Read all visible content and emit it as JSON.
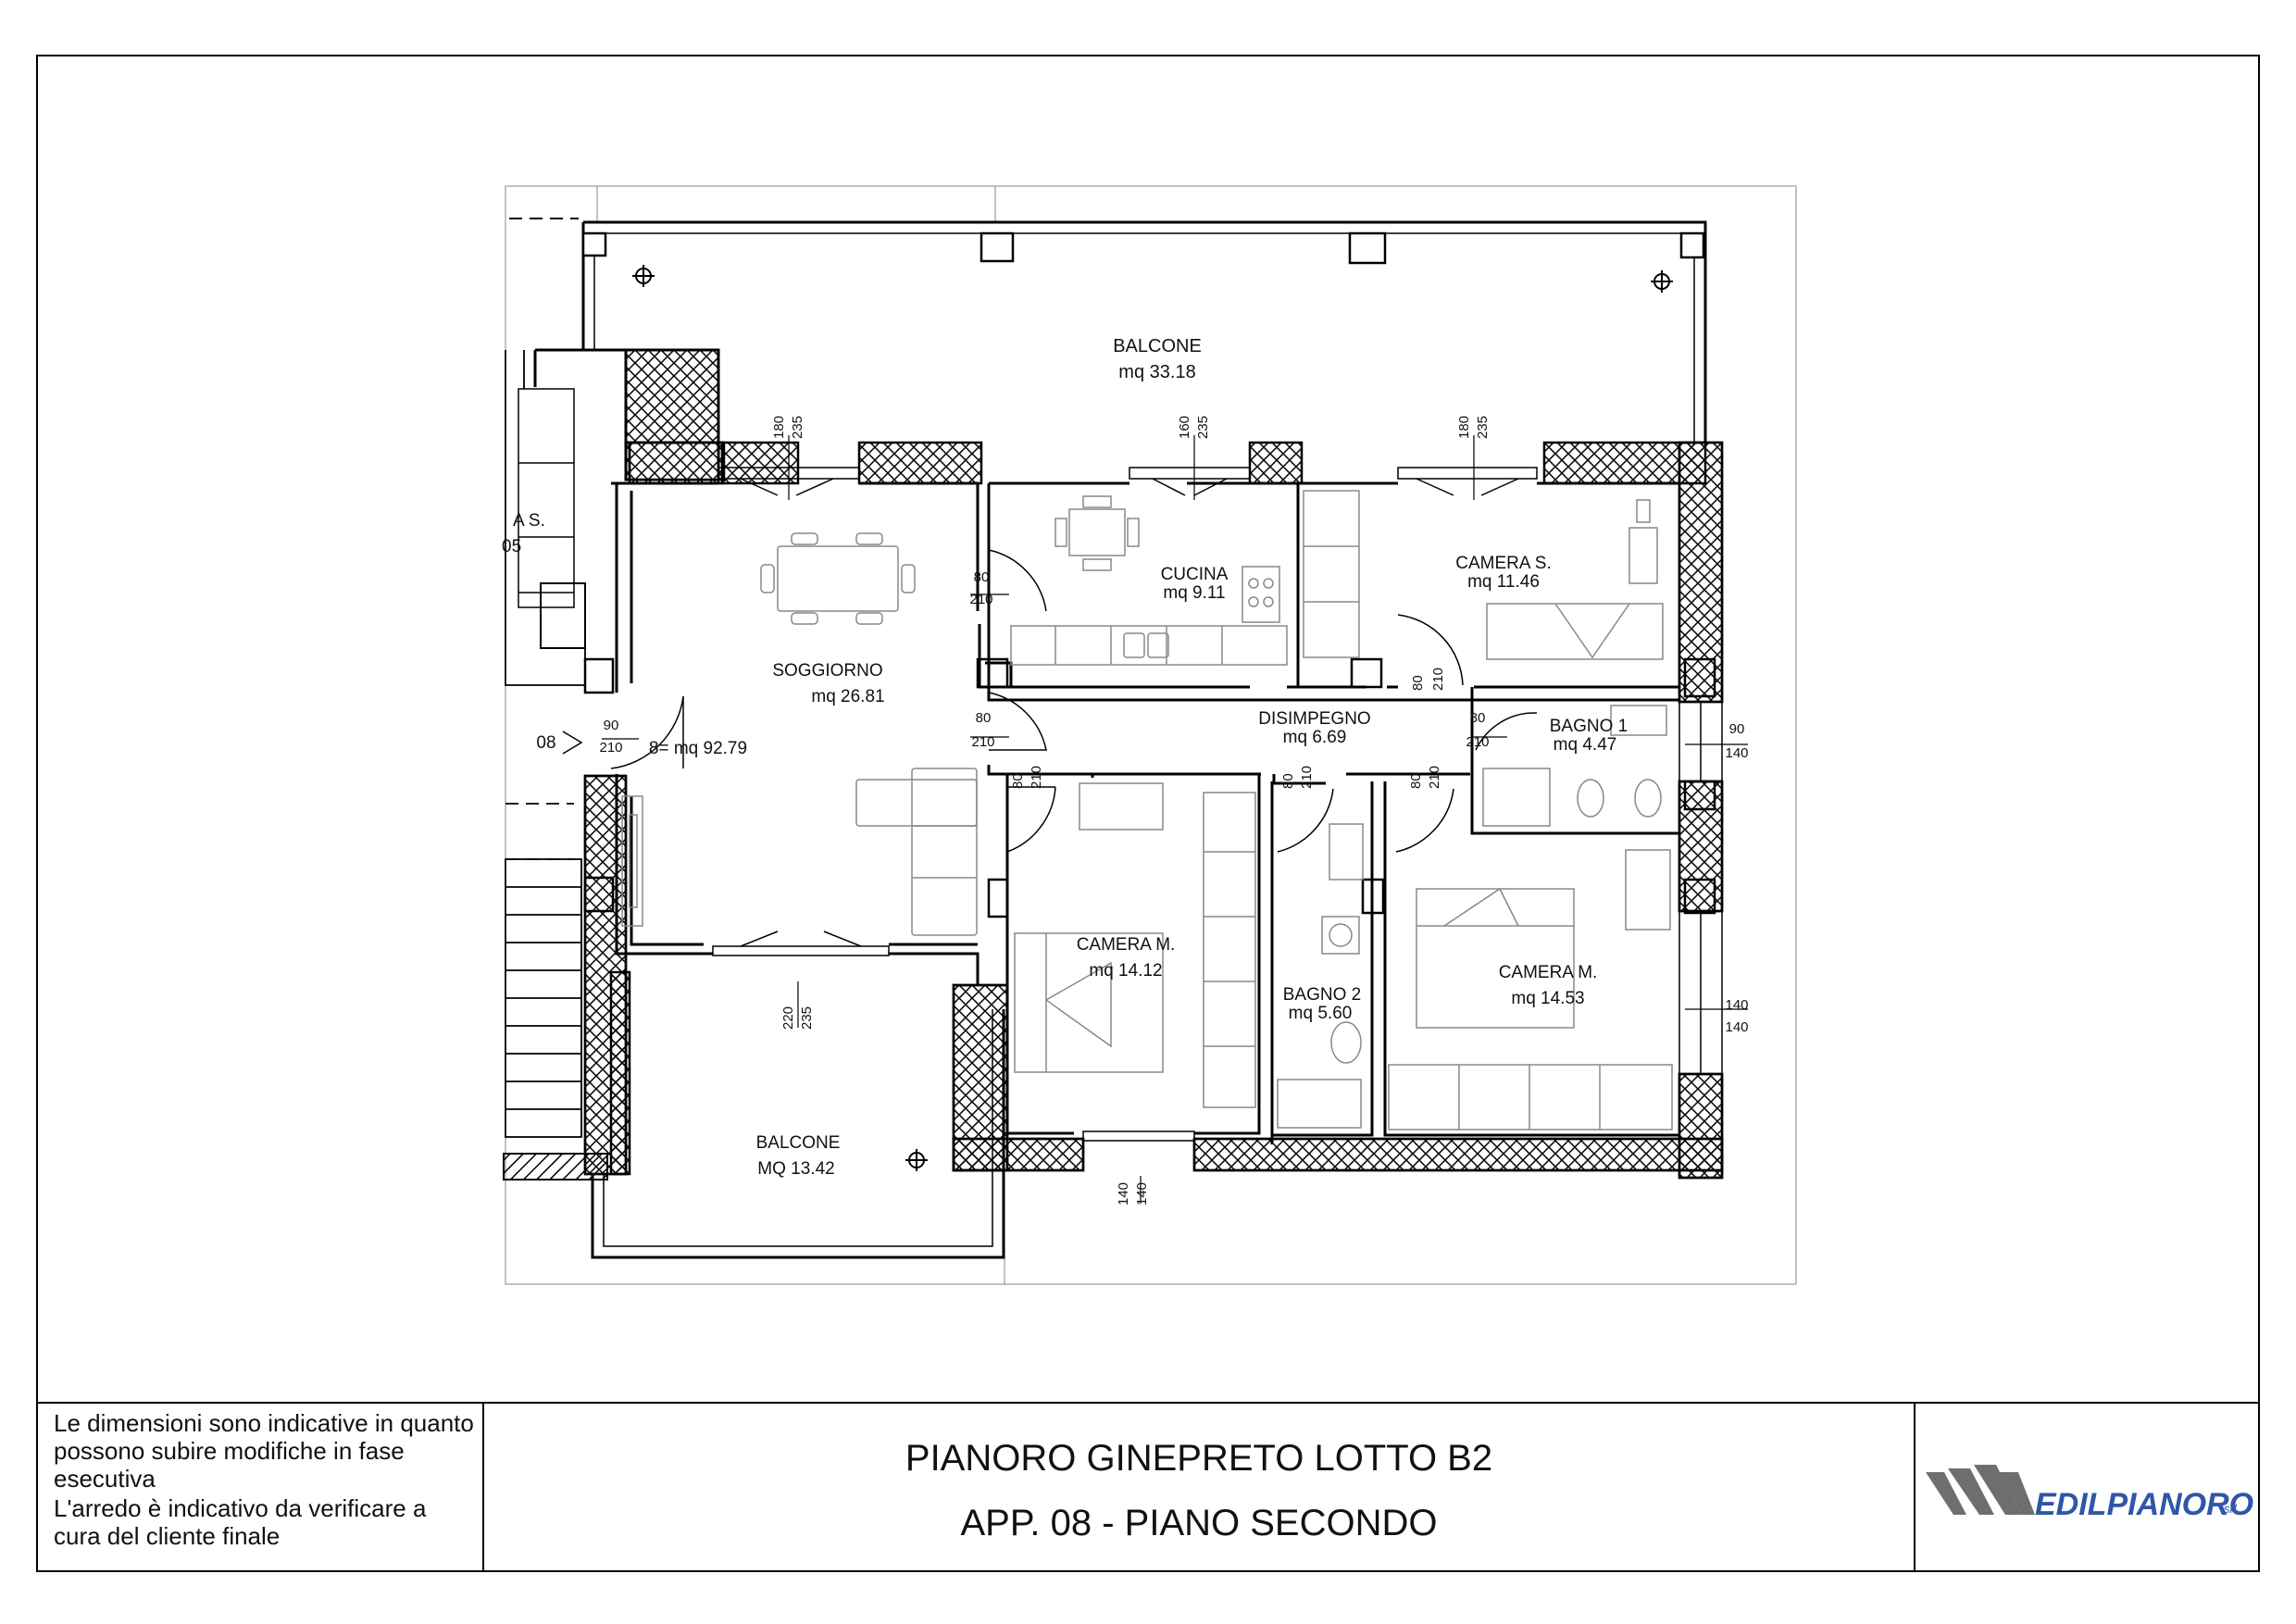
{
  "title_block": {
    "line1": "PIANORO GINEPRETO LOTTO B2",
    "line2": "APP. 08 - PIANO SECONDO"
  },
  "notes": [
    "Le dimensioni sono indicative in quanto possono subire modifiche in fase esecutiva",
    "L'arredo è indicativo da verificare a cura del cliente finale"
  ],
  "logo": {
    "text": "EDILPIANORO",
    "suffix": "srl",
    "color": "#2f56a8"
  },
  "rooms": {
    "balcone_north": {
      "name": "BALCONE",
      "area": "mq 33.18"
    },
    "cucina": {
      "name": "CUCINA",
      "area": "mq 9.11"
    },
    "camera_s": {
      "name": "CAMERA S.",
      "area": "mq 11.46"
    },
    "soggiorno": {
      "name": "SOGGIORNO",
      "area": "mq 26.81"
    },
    "disimpegno": {
      "name": "DISIMPEGNO",
      "area": "mq 6.69"
    },
    "bagno_1": {
      "name": "BAGNO 1",
      "area": "mq 4.47"
    },
    "camera_m_left": {
      "name": "CAMERA M.",
      "area": "mq 14.12"
    },
    "bagno_2": {
      "name": "BAGNO 2",
      "area": "mq 5.60"
    },
    "camera_m_right": {
      "name": "CAMERA M.",
      "area": "mq 14.53"
    },
    "balcone_south": {
      "name": "BALCONE",
      "area": "MQ 13.42"
    },
    "total": "8= mq 92.79",
    "neighbor_label": "A S.",
    "neighbor_area": "05"
  },
  "unit_marker": "08",
  "openings": {
    "w_soggiorno_n": [
      "180",
      "235"
    ],
    "w_cucina_n": [
      "160",
      "235"
    ],
    "w_camera_s_n": [
      "180",
      "235"
    ],
    "d_cucina": [
      "80",
      "210"
    ],
    "d_soggiorno": [
      "80",
      "210"
    ],
    "d_entrance": [
      "90",
      "210"
    ],
    "d_camera_s": [
      "80",
      "210"
    ],
    "d_bagno_1": [
      "80",
      "210"
    ],
    "d_camera_m_left": [
      "80",
      "210"
    ],
    "d_bagno_2": [
      "80",
      "210"
    ],
    "d_camera_m_right": [
      "80",
      "210"
    ],
    "w_bagno_1_e": [
      "90",
      "140"
    ],
    "w_camera_m_right_e": [
      "140",
      "140"
    ],
    "w_soggiorno_s": [
      "220",
      "235"
    ],
    "w_camera_m_left_s": [
      "140",
      "140"
    ]
  }
}
